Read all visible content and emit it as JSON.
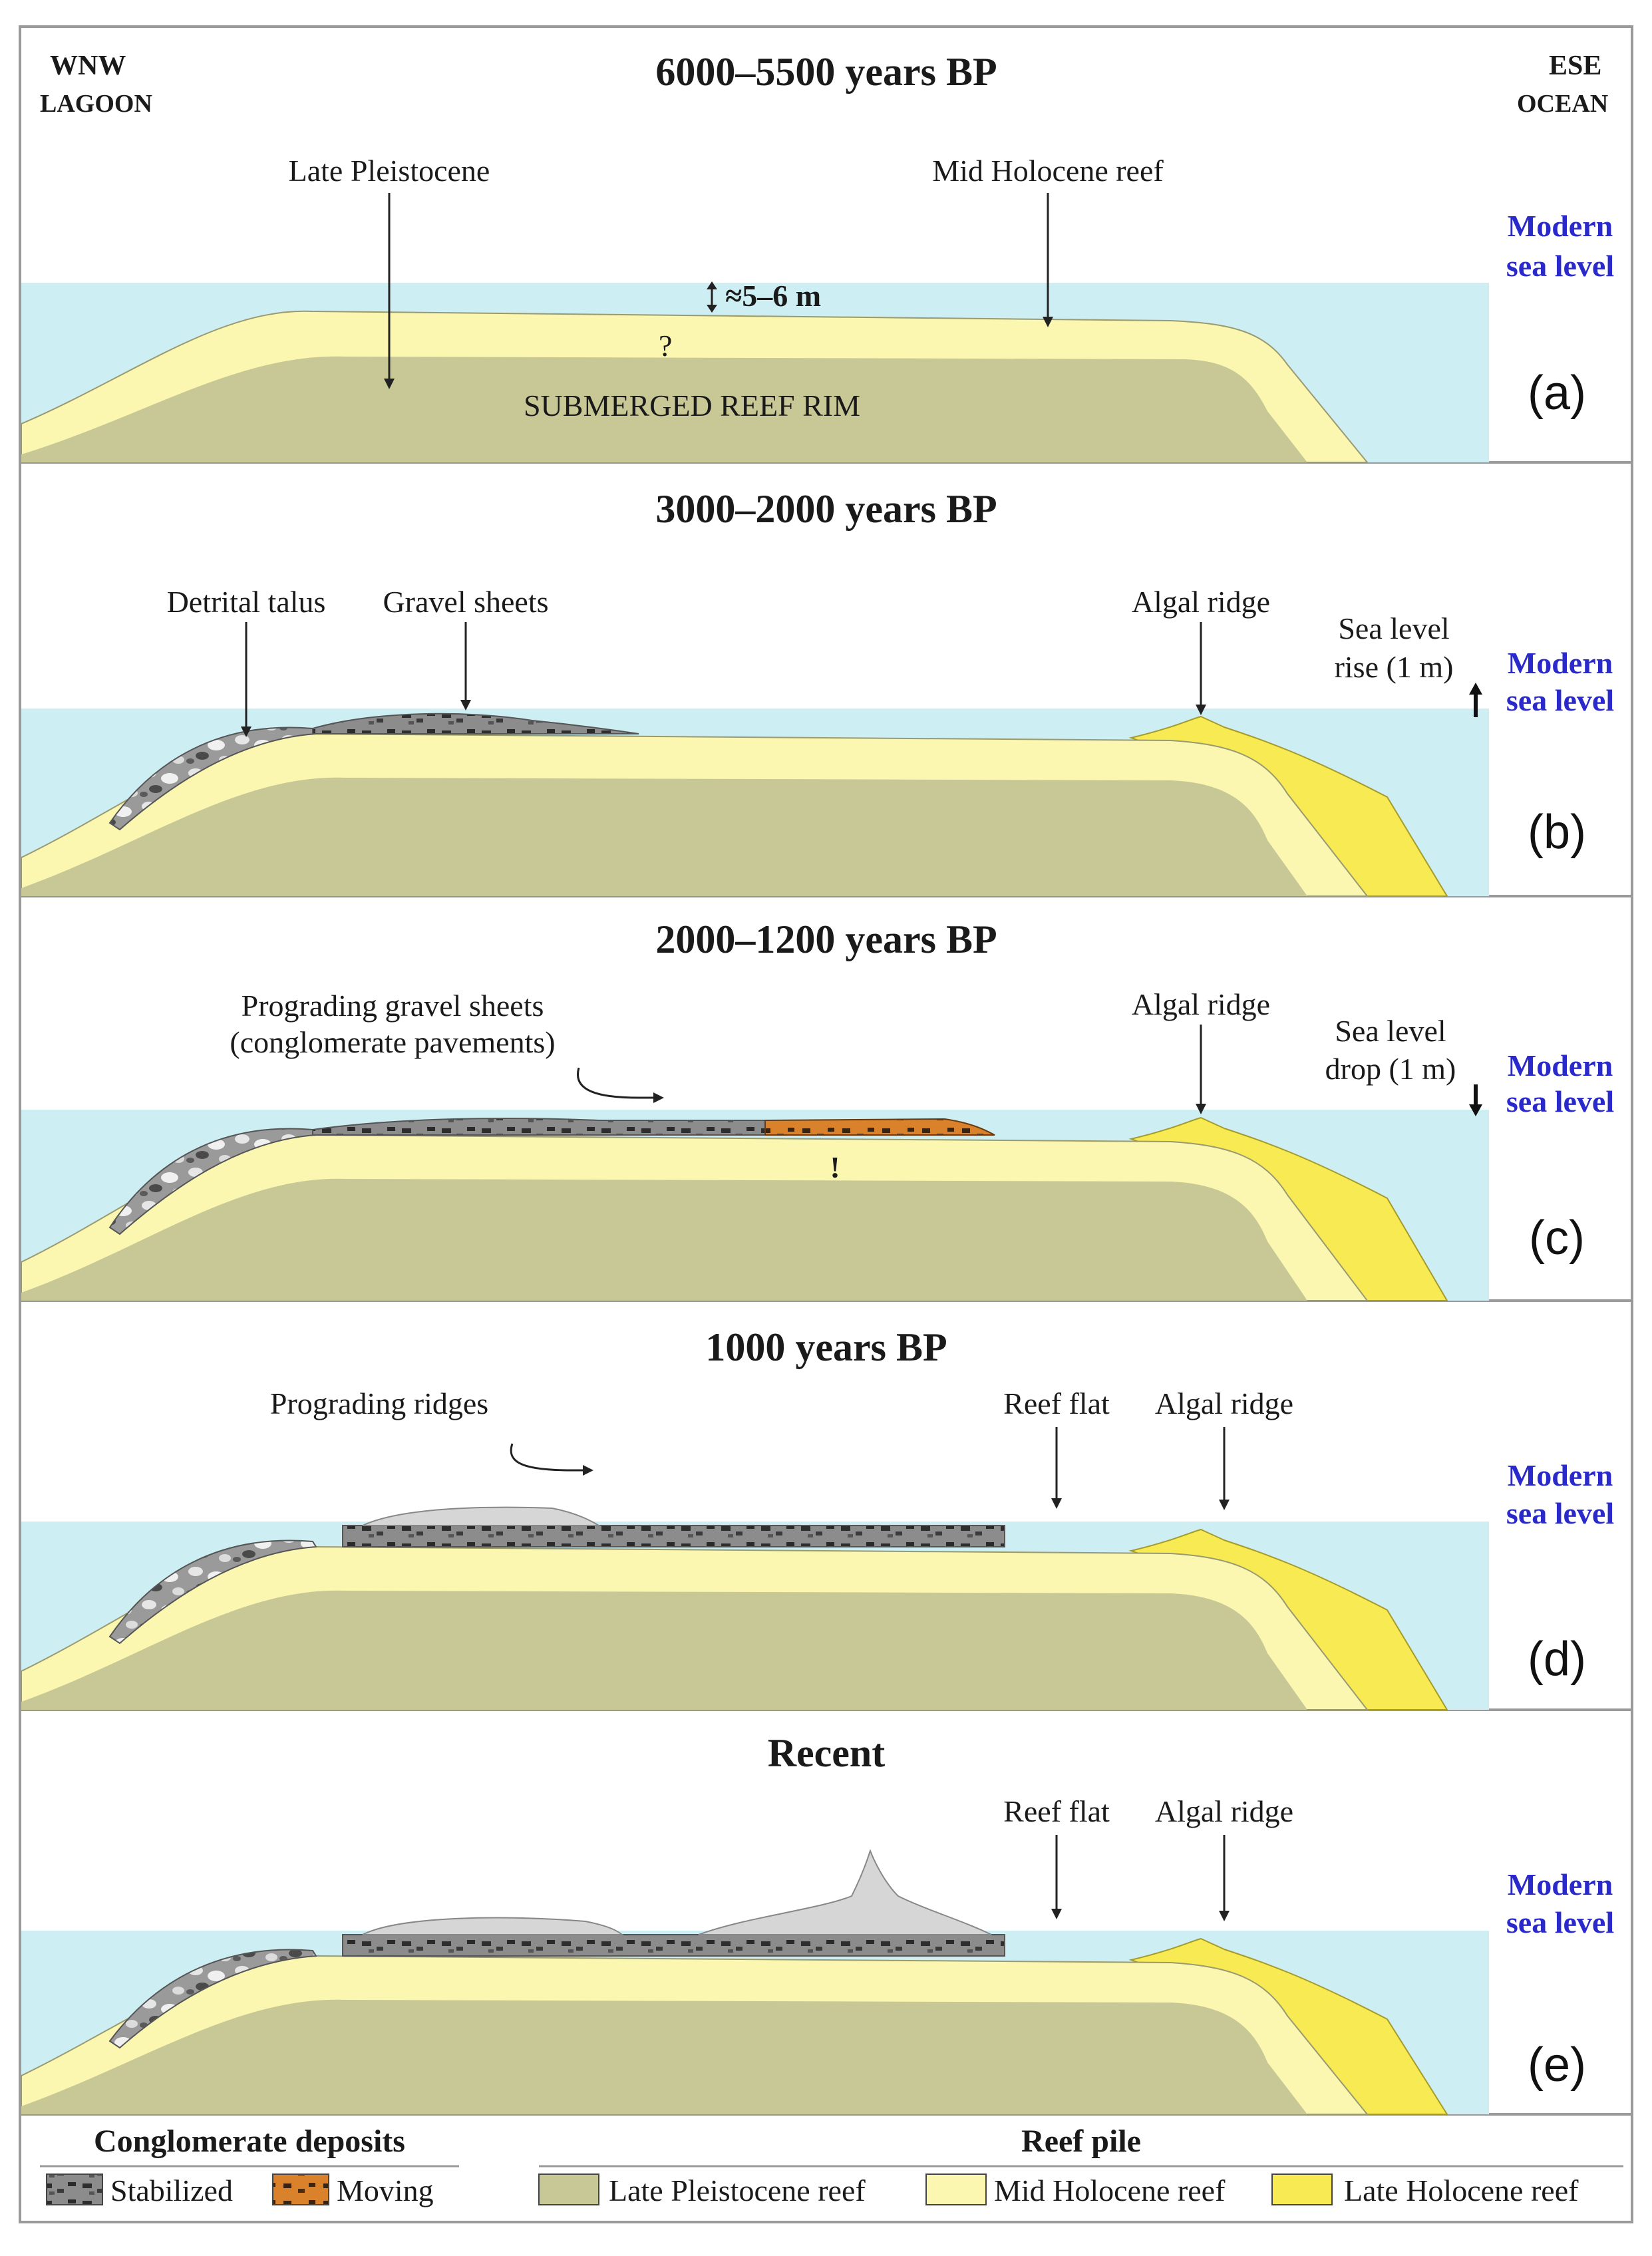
{
  "colors": {
    "water": "#cdeef3",
    "pleistocene": "#c8c896",
    "mid_holocene": "#fbf7b0",
    "late_holocene": "#f7ea52",
    "stabilized": "#8c8c8c",
    "moving": "#d9822b",
    "ridge": "#d6d6d6",
    "frame": "#9a9a9a",
    "sea_label": "#2a2acc"
  },
  "orientation": {
    "left_dir": "WNW",
    "left_label": "LAGOON",
    "right_dir": "ESE",
    "right_label": "OCEAN"
  },
  "sea_level_label": [
    "Modern",
    "sea level"
  ],
  "panels": [
    {
      "tag": "(a)",
      "title": "6000–5500 years BP",
      "labels": {
        "late_pleistocene": "Late Pleistocene",
        "mid_holocene_reef": "Mid Holocene reef",
        "depth": "≈5–6 m",
        "question": "?",
        "submerged": "SUBMERGED REEF RIM"
      }
    },
    {
      "tag": "(b)",
      "title": "3000–2000 years BP",
      "labels": {
        "detrital_talus": "Detrital talus",
        "gravel_sheets": "Gravel sheets",
        "algal_ridge": "Algal ridge",
        "sea_change": [
          "Sea level",
          "rise (1 m)"
        ]
      }
    },
    {
      "tag": "(c)",
      "title": "2000–1200 years BP",
      "labels": {
        "prograding": [
          "Prograding gravel sheets",
          "(conglomerate pavements)"
        ],
        "algal_ridge": "Algal ridge",
        "sea_change": [
          "Sea level",
          "drop (1 m)"
        ],
        "exclaim": "!"
      }
    },
    {
      "tag": "(d)",
      "title": "1000 years BP",
      "labels": {
        "prograding_ridges": "Prograding ridges",
        "reef_flat": "Reef flat",
        "algal_ridge": "Algal ridge"
      }
    },
    {
      "tag": "(e)",
      "title": "Recent",
      "labels": {
        "reef_flat": "Reef flat",
        "algal_ridge": "Algal ridge"
      }
    }
  ],
  "legend": {
    "conglomerate_title": "Conglomerate deposits",
    "stabilized": "Stabilized",
    "moving": "Moving",
    "reef_title": "Reef pile",
    "late_pleistocene": "Late Pleistocene reef",
    "mid_holocene": "Mid Holocene reef",
    "late_holocene": "Late Holocene reef"
  }
}
